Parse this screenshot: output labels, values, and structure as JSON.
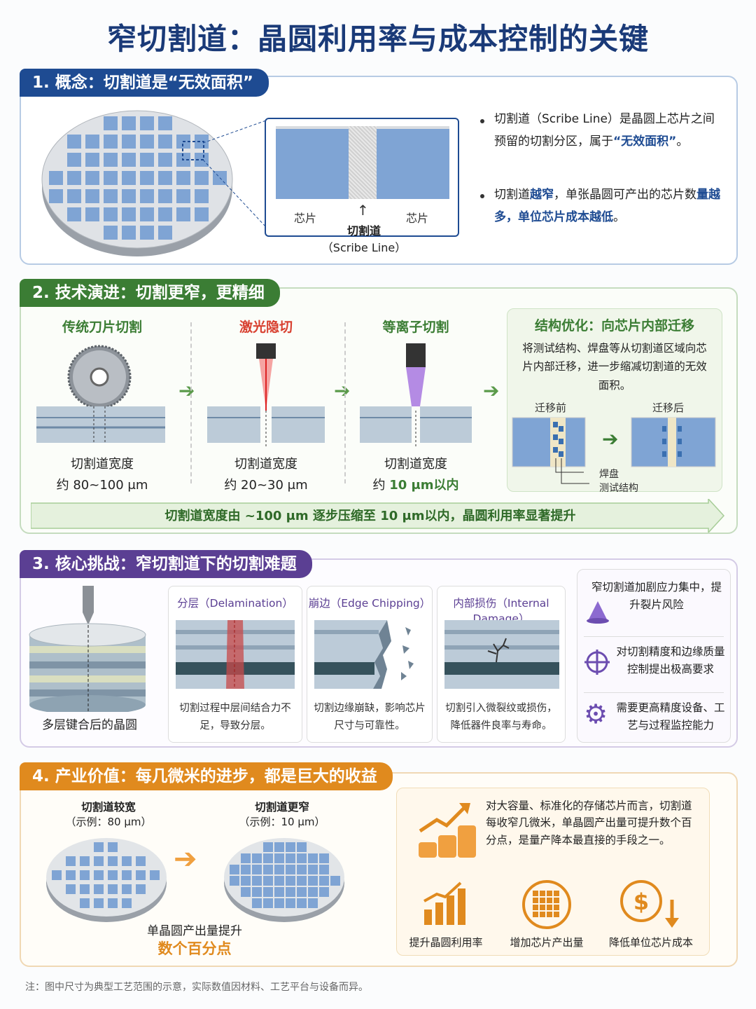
{
  "title": "窄切割道：晶圆利用率与成本控制的关键",
  "s1": {
    "heading": "1. 概念：切割道是“无效面积”",
    "zoom_chip_left": "芯片",
    "zoom_chip_right": "芯片",
    "zoom_label": "切割道",
    "zoom_label_en": "（Scribe Line）",
    "b1_pre": "切割道（Scribe Line）是晶圆上芯片之间预留的切割分区，属于",
    "b1_hl": "“无效面积”",
    "b1_post": "。",
    "b2_pre": "切割道",
    "b2_hl1": "越窄",
    "b2_mid": "，单张晶圆可产出的芯片数",
    "b2_hl2": "量越多，单位芯片成本越低",
    "b2_post": "。"
  },
  "s2": {
    "heading": "2. 技术演进：切割更窄，更精细",
    "t1_title": "传统刀片切割",
    "t1_w": "切割道宽度",
    "t1_v": "约 80~100 μm",
    "t2_title": "激光隐切",
    "t2_w": "切割道宽度",
    "t2_v": "约 20~30 μm",
    "t3_title": "等离子切割",
    "t3_w": "切割道宽度",
    "t3_v_pre": "约 ",
    "t3_v_hl": "10 μm以内",
    "opt_title": "结构优化：向芯片内部迁移",
    "opt_text": "将测试结构、焊盘等从切割道区域向芯片内部迁移，进一步缩减切割道的无效面积。",
    "before": "迁移前",
    "after": "迁移后",
    "pad": "焊盘",
    "test": "测试结构",
    "arrow_text": "切割道宽度由 ~100 μm 逐步压缩至 10 μm以内，晶圆利用率显著提升"
  },
  "s3": {
    "heading": "3. 核心挑战：窄切割道下的切割难题",
    "wafer_label": "多层键合后的晶圆",
    "c1_title": "分层（Delamination）",
    "c1_text": "切割过程中层间结合力不足，导致分层。",
    "c2_title": "崩边（Edge Chipping）",
    "c2_text": "切割边缘崩缺，影响芯片尺寸与可靠性。",
    "c3_title": "内部损伤（Internal Damage）",
    "c3_text": "切割引入微裂纹或损伤，降低器件良率与寿命。",
    "r1": "窄切割道加剧应力集中，提升裂片风险",
    "r2": "对切割精度和边缘质量控制提出极高要求",
    "r3": "需要更高精度设备、工艺与过程监控能力"
  },
  "s4": {
    "heading": "4. 产业价值：每几微米的进步，都是巨大的收益",
    "w1_title": "切割道较宽",
    "w1_sub": "（示例：80 μm）",
    "w2_title": "切割道更窄",
    "w2_sub": "（示例：10 μm）",
    "yield_line": "单晶圆产出量提升",
    "yield_hl": "数个百分点",
    "value_text": "对大容量、标准化的存储芯片而言，切割道每收窄几微米，单晶圆产出量可提升数个百分点，是量产降本最直接的手段之一。",
    "i1": "提升晶圆利用率",
    "i2": "增加芯片产出量",
    "i3": "降低单位芯片成本"
  },
  "note": "注：图中尺寸为典型工艺范围的示意，实际数值因材料、工艺平台与设备而异。",
  "colors": {
    "blue": "#1e4b92",
    "green": "#3b7d34",
    "purple": "#5b3f93",
    "orange": "#e08a1e",
    "chip": "#7fa4d4"
  }
}
